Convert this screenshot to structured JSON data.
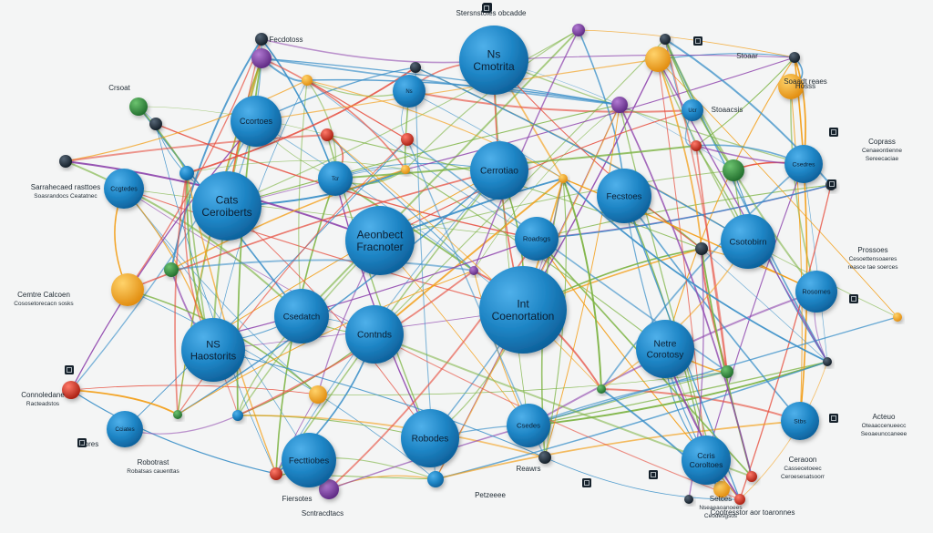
{
  "diagram": {
    "background": "#f4f5f5",
    "palette": {
      "node_blue": "#1f86c6",
      "node_blue_dark": "#0d5f99",
      "orange": "#f5a623",
      "green": "#2e8b3e",
      "purple": "#7b3fa0",
      "red": "#d2311f",
      "dark": "#1b2a38",
      "edge_blue": "#3a8fc8",
      "edge_green": "#7cb342",
      "edge_orange": "#f39c12",
      "edge_purple": "#8e44ad",
      "edge_red": "#e74c3c"
    },
    "nodes": [
      {
        "id": "n1",
        "lines": [
          "Ns",
          "Cmotrita"
        ]
      },
      {
        "id": "n2",
        "lines": [
          "Ccortoes"
        ]
      },
      {
        "id": "n3",
        "lines": [
          "Ns"
        ]
      },
      {
        "id": "n4",
        "lines": [
          "Cats",
          "Ceroiberts"
        ]
      },
      {
        "id": "n5",
        "lines": [
          "Ccgtedes"
        ]
      },
      {
        "id": "n6",
        "lines": [
          "Tcr"
        ]
      },
      {
        "id": "n7",
        "lines": [
          "Cerrotiao"
        ]
      },
      {
        "id": "n8",
        "lines": [
          "Aeonbect",
          "Fracnoter"
        ]
      },
      {
        "id": "n9",
        "lines": [
          "Roadsgs"
        ]
      },
      {
        "id": "n10",
        "lines": [
          "Fecstoes"
        ]
      },
      {
        "id": "n11",
        "lines": [
          "Csotobirn"
        ]
      },
      {
        "id": "n12",
        "lines": [
          "Int",
          "Coenortation"
        ]
      },
      {
        "id": "n13",
        "lines": [
          "Csedatch"
        ]
      },
      {
        "id": "n14",
        "lines": [
          "Contnds"
        ]
      },
      {
        "id": "n15",
        "lines": [
          "NS",
          "Haostorits"
        ]
      },
      {
        "id": "n16",
        "lines": [
          "Netre",
          "Corotosy"
        ]
      },
      {
        "id": "n17",
        "lines": [
          "Csedres"
        ]
      },
      {
        "id": "n18",
        "lines": [
          "Rosomes"
        ]
      },
      {
        "id": "n19",
        "lines": [
          "Robodes"
        ]
      },
      {
        "id": "n20",
        "lines": [
          "Fecttiobes"
        ]
      },
      {
        "id": "n21",
        "lines": [
          "Csedes"
        ]
      },
      {
        "id": "n22",
        "lines": [
          "Ccris",
          "Coroltoes"
        ]
      },
      {
        "id": "n23",
        "lines": [
          "Cciates"
        ]
      },
      {
        "id": "n24",
        "lines": [
          "Ucr"
        ]
      },
      {
        "id": "n25",
        "lines": [
          "Stbs"
        ]
      },
      {
        "id": "n26",
        "lines": [
          ""
        ]
      }
    ],
    "labels": [
      {
        "id": "l1",
        "lines": [
          "Stersnstoies obcadde"
        ]
      },
      {
        "id": "l2",
        "lines": [
          "Fecdotoss"
        ]
      },
      {
        "id": "l3",
        "lines": [
          "Stoaar"
        ]
      },
      {
        "id": "l4",
        "lines": [
          "Hosss"
        ]
      },
      {
        "id": "l5",
        "lines": [
          "Stoaacsis"
        ]
      },
      {
        "id": "l6",
        "lines": [
          "Petzeeee"
        ]
      },
      {
        "id": "l7",
        "lines": [
          "Sarrahecaed rasttoes",
          "Soasrandocs Ceatatnec"
        ]
      },
      {
        "id": "l8",
        "lines": [
          "Cemtre Calcoen",
          "Cososetorecacn sosks"
        ]
      },
      {
        "id": "l9",
        "lines": [
          "Connoledane",
          "Racteadstos"
        ]
      },
      {
        "id": "l10",
        "lines": [
          "Coprass",
          "Cenaeontienne",
          "Sereecaciae"
        ]
      },
      {
        "id": "l11",
        "lines": [
          "Robotrast",
          "Robatsas cauenttas"
        ]
      },
      {
        "id": "l12",
        "lines": [
          "Prossoes",
          "Cesoettensoaeres",
          "reasce tae soerces"
        ]
      },
      {
        "id": "l13",
        "lines": [
          "Acteuo",
          "Oteaaccenueecc",
          "Seoaeunccaneee"
        ]
      },
      {
        "id": "l14",
        "lines": [
          "Ceraoon",
          "Cassecetoeec",
          "Ceroesesatsoorr"
        ]
      },
      {
        "id": "l15",
        "lines": [
          "Setces",
          "Nseaeaoanoees",
          "Ceodesgsos"
        ]
      },
      {
        "id": "l16",
        "lines": [
          "Fiersotes"
        ]
      },
      {
        "id": "l17",
        "lines": [
          "Scntracdtacs"
        ]
      },
      {
        "id": "l18",
        "lines": [
          "Reawrs"
        ]
      },
      {
        "id": "l19",
        "lines": [
          "Fbres"
        ]
      },
      {
        "id": "l20",
        "lines": [
          "Cootresstor aor toaronnes"
        ]
      },
      {
        "id": "l21",
        "lines": [
          "Crsoat"
        ]
      },
      {
        "id": "l22",
        "lines": [
          "Soaadt reaes"
        ]
      }
    ]
  }
}
